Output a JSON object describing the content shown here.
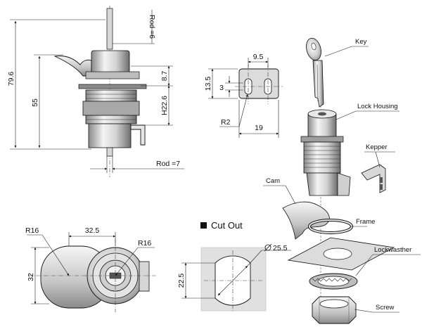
{
  "side_view": {
    "dims": {
      "overall_height": "79.6",
      "body_height": "55",
      "rod_top": "Rod =6",
      "rod_bottom": "Rod =7",
      "top_offset": "8.7",
      "frame_height": "H22.6"
    }
  },
  "kepper_view": {
    "dims": {
      "width": "9.5",
      "height": "13.5",
      "slot": "3",
      "radius": "R2",
      "length": "19"
    }
  },
  "bottom_view": {
    "dims": {
      "radius_left": "R16",
      "width": "32.5",
      "radius_right": "R16",
      "height": "32"
    }
  },
  "cutout": {
    "title": "Cut Out",
    "diameter": "25.5",
    "height": "22.5"
  },
  "exploded": {
    "labels": {
      "key": "Key",
      "housing": "Lock Housing",
      "kepper": "Kepper",
      "cam": "Cam",
      "frame": "Frame",
      "lockwasher": "Lockwasther",
      "screw": "Screw"
    }
  },
  "colors": {
    "line": "#111111",
    "metal_light": "#f2f2f2",
    "metal_mid": "#c8c8c8",
    "metal_dark": "#7a7a7a",
    "cutout_fill": "#e0e0e0"
  }
}
